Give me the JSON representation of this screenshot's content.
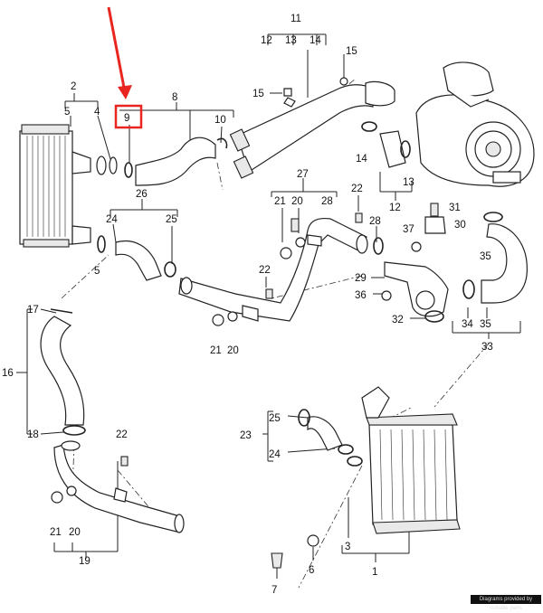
{
  "highlight": {
    "color": "#e8251f"
  },
  "callouts": [
    {
      "id": "c11",
      "text": "11"
    },
    {
      "id": "c12a",
      "text": "12"
    },
    {
      "id": "c13a",
      "text": "13"
    },
    {
      "id": "c14a",
      "text": "14"
    },
    {
      "id": "c15a",
      "text": "15"
    },
    {
      "id": "c15b",
      "text": "15"
    },
    {
      "id": "c2",
      "text": "2"
    },
    {
      "id": "c5a",
      "text": "5"
    },
    {
      "id": "c4",
      "text": "4"
    },
    {
      "id": "c8",
      "text": "8"
    },
    {
      "id": "c9",
      "text": "9"
    },
    {
      "id": "c10",
      "text": "10"
    },
    {
      "id": "c26",
      "text": "26"
    },
    {
      "id": "c27",
      "text": "27"
    },
    {
      "id": "c14b",
      "text": "14"
    },
    {
      "id": "c12b",
      "text": "12"
    },
    {
      "id": "c13b",
      "text": "13"
    },
    {
      "id": "c22a",
      "text": "22"
    },
    {
      "id": "c21a",
      "text": "21"
    },
    {
      "id": "c20a",
      "text": "20"
    },
    {
      "id": "c28a",
      "text": "28"
    },
    {
      "id": "c31",
      "text": "31"
    },
    {
      "id": "c30",
      "text": "30"
    },
    {
      "id": "c37",
      "text": "37"
    },
    {
      "id": "c28b",
      "text": "28"
    },
    {
      "id": "c24a",
      "text": "24"
    },
    {
      "id": "c25a",
      "text": "25"
    },
    {
      "id": "c5b",
      "text": "5"
    },
    {
      "id": "c35a",
      "text": "35"
    },
    {
      "id": "c29",
      "text": "29"
    },
    {
      "id": "c22b",
      "text": "22"
    },
    {
      "id": "c36",
      "text": "36"
    },
    {
      "id": "c32",
      "text": "32"
    },
    {
      "id": "c34",
      "text": "34"
    },
    {
      "id": "c35b",
      "text": "35"
    },
    {
      "id": "c33",
      "text": "33"
    },
    {
      "id": "c21b",
      "text": "21"
    },
    {
      "id": "c20b",
      "text": "20"
    },
    {
      "id": "c17",
      "text": "17"
    },
    {
      "id": "c16",
      "text": "16"
    },
    {
      "id": "c18",
      "text": "18"
    },
    {
      "id": "c22c",
      "text": "22"
    },
    {
      "id": "c21c",
      "text": "21"
    },
    {
      "id": "c20c",
      "text": "20"
    },
    {
      "id": "c19",
      "text": "19"
    },
    {
      "id": "c25b",
      "text": "25"
    },
    {
      "id": "c23",
      "text": "23"
    },
    {
      "id": "c24b",
      "text": "24"
    },
    {
      "id": "c3",
      "text": "3"
    },
    {
      "id": "c1",
      "text": "1"
    },
    {
      "id": "c6",
      "text": "6"
    },
    {
      "id": "c7",
      "text": "7"
    }
  ],
  "copyright": "Diagrams provided by suitable parts"
}
